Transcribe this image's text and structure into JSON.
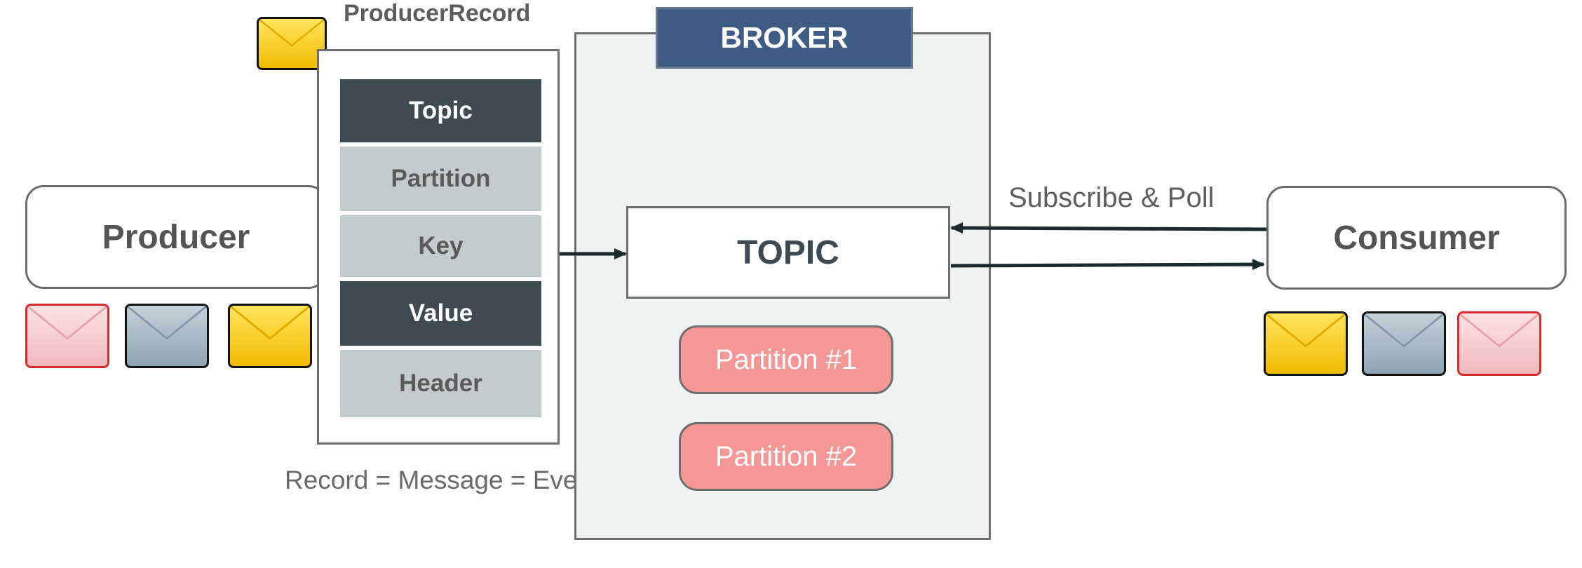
{
  "producer": {
    "label": "Producer"
  },
  "consumer": {
    "label": "Consumer"
  },
  "producer_record": {
    "title": "ProducerRecord",
    "fields": [
      "Topic",
      "Partition",
      "Key",
      "Value",
      "Header"
    ]
  },
  "caption": "Record = Message = Event",
  "broker": {
    "label": "BROKER",
    "topic": "TOPIC",
    "partitions": [
      "Partition #1",
      "Partition #2"
    ]
  },
  "connection_label": "Subscribe & Poll",
  "envelopes": {
    "record": "yellow",
    "producer": [
      "pink",
      "gray",
      "yellow"
    ],
    "consumer": [
      "yellow",
      "gray",
      "pink"
    ]
  },
  "colors": {
    "broker_banner": "#3e5c84",
    "record_dark_field": "#3f4b53",
    "record_light_field": "#c3cbcc",
    "partition": "#f59697",
    "broker_background": "#eef3f2"
  }
}
